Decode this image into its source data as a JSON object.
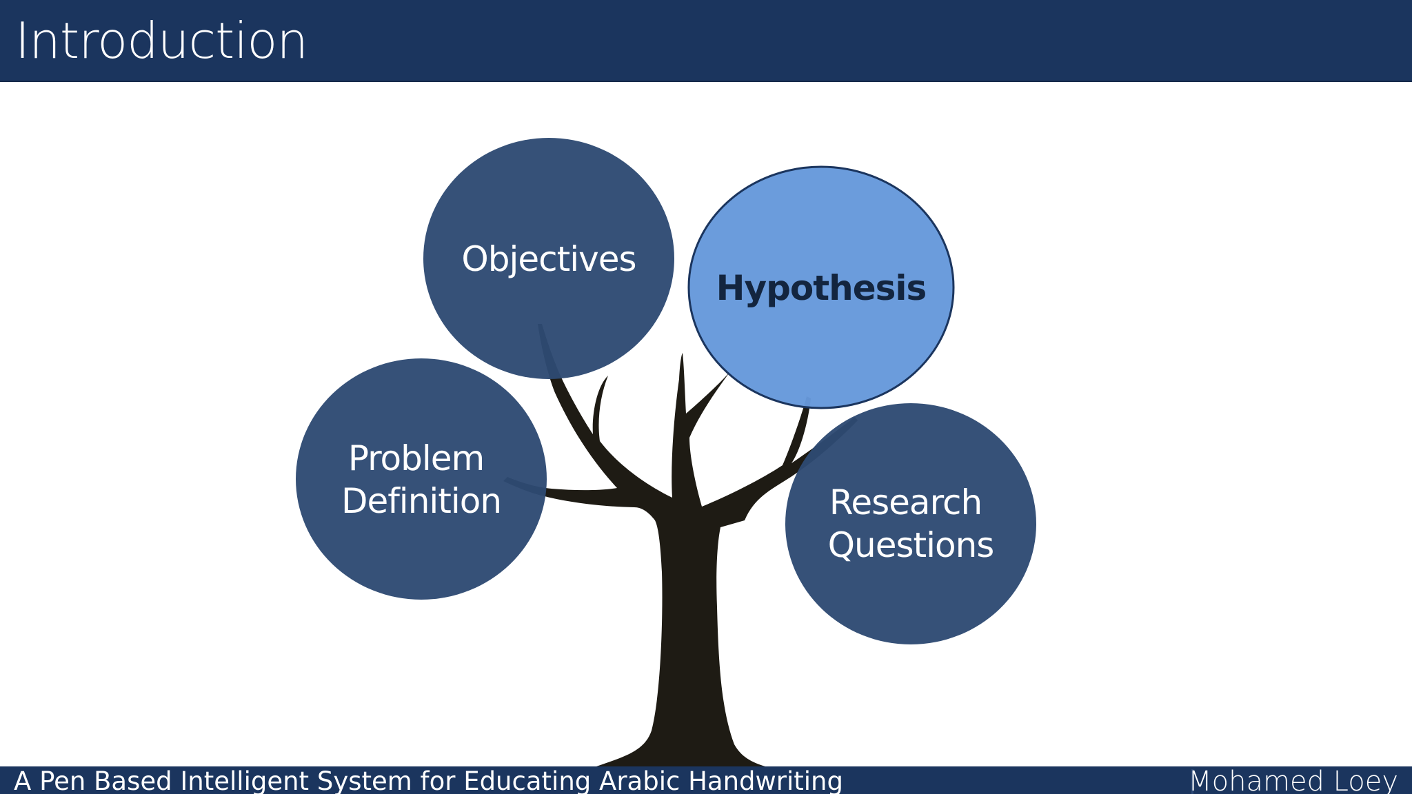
{
  "slide": {
    "title": "Introduction"
  },
  "diagram": {
    "nodes": [
      {
        "id": "objectives",
        "lines": [
          "Objectives"
        ]
      },
      {
        "id": "hypothesis",
        "lines": [
          "Hypothesis"
        ]
      },
      {
        "id": "problem-definition",
        "lines": [
          "Problem",
          "Definition"
        ]
      },
      {
        "id": "research-questions",
        "lines": [
          "Research",
          "Questions"
        ]
      }
    ],
    "colors": {
      "header": "#1b355e",
      "node": "#2e4a72",
      "node_highlight": "#6699db",
      "node_highlight_text": "#13253f",
      "trunk": "#1e1b14"
    }
  },
  "footer": {
    "left_text": "A Pen Based Intelligent System for Educating Arabic Handwriting",
    "right_text": "Mohamed Loey"
  }
}
